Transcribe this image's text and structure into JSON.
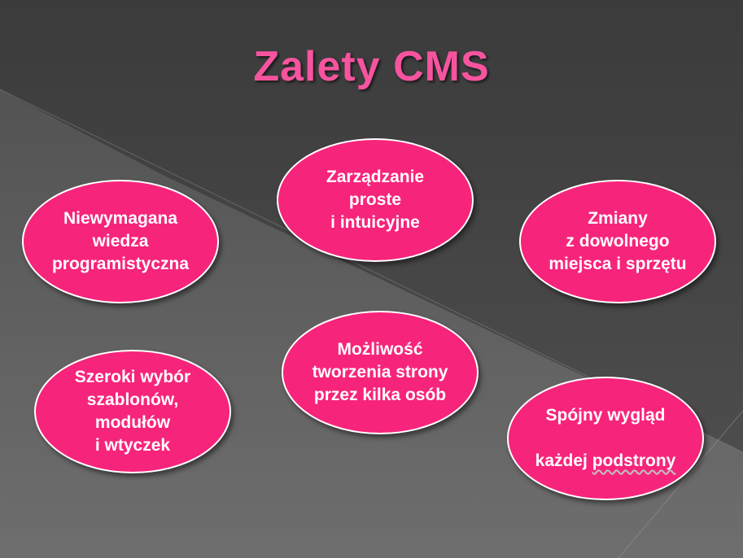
{
  "slide": {
    "title": "Zalety CMS",
    "bubbles": {
      "manage": "Zarządzanie\nproste\ni intuicyjne",
      "knowledge": "Niewymagana\nwiedza\nprogramistyczna",
      "changes": "Zmiany\nz dowolnego\nmiejsca i sprzętu",
      "collab": "Możliwość\ntworzenia strony\nprzez kilka osób",
      "templates": "Szeroki wybór\nszablonów,\nmodułów\ni wtyczek",
      "consistent_line1": "Spójny wygląd",
      "consistent_line2a": "każdej ",
      "consistent_line2b": "podstrony"
    },
    "colors": {
      "bubble_fill": "#f7247b",
      "title": "#f6549f",
      "background": "#4a4a4a"
    }
  }
}
